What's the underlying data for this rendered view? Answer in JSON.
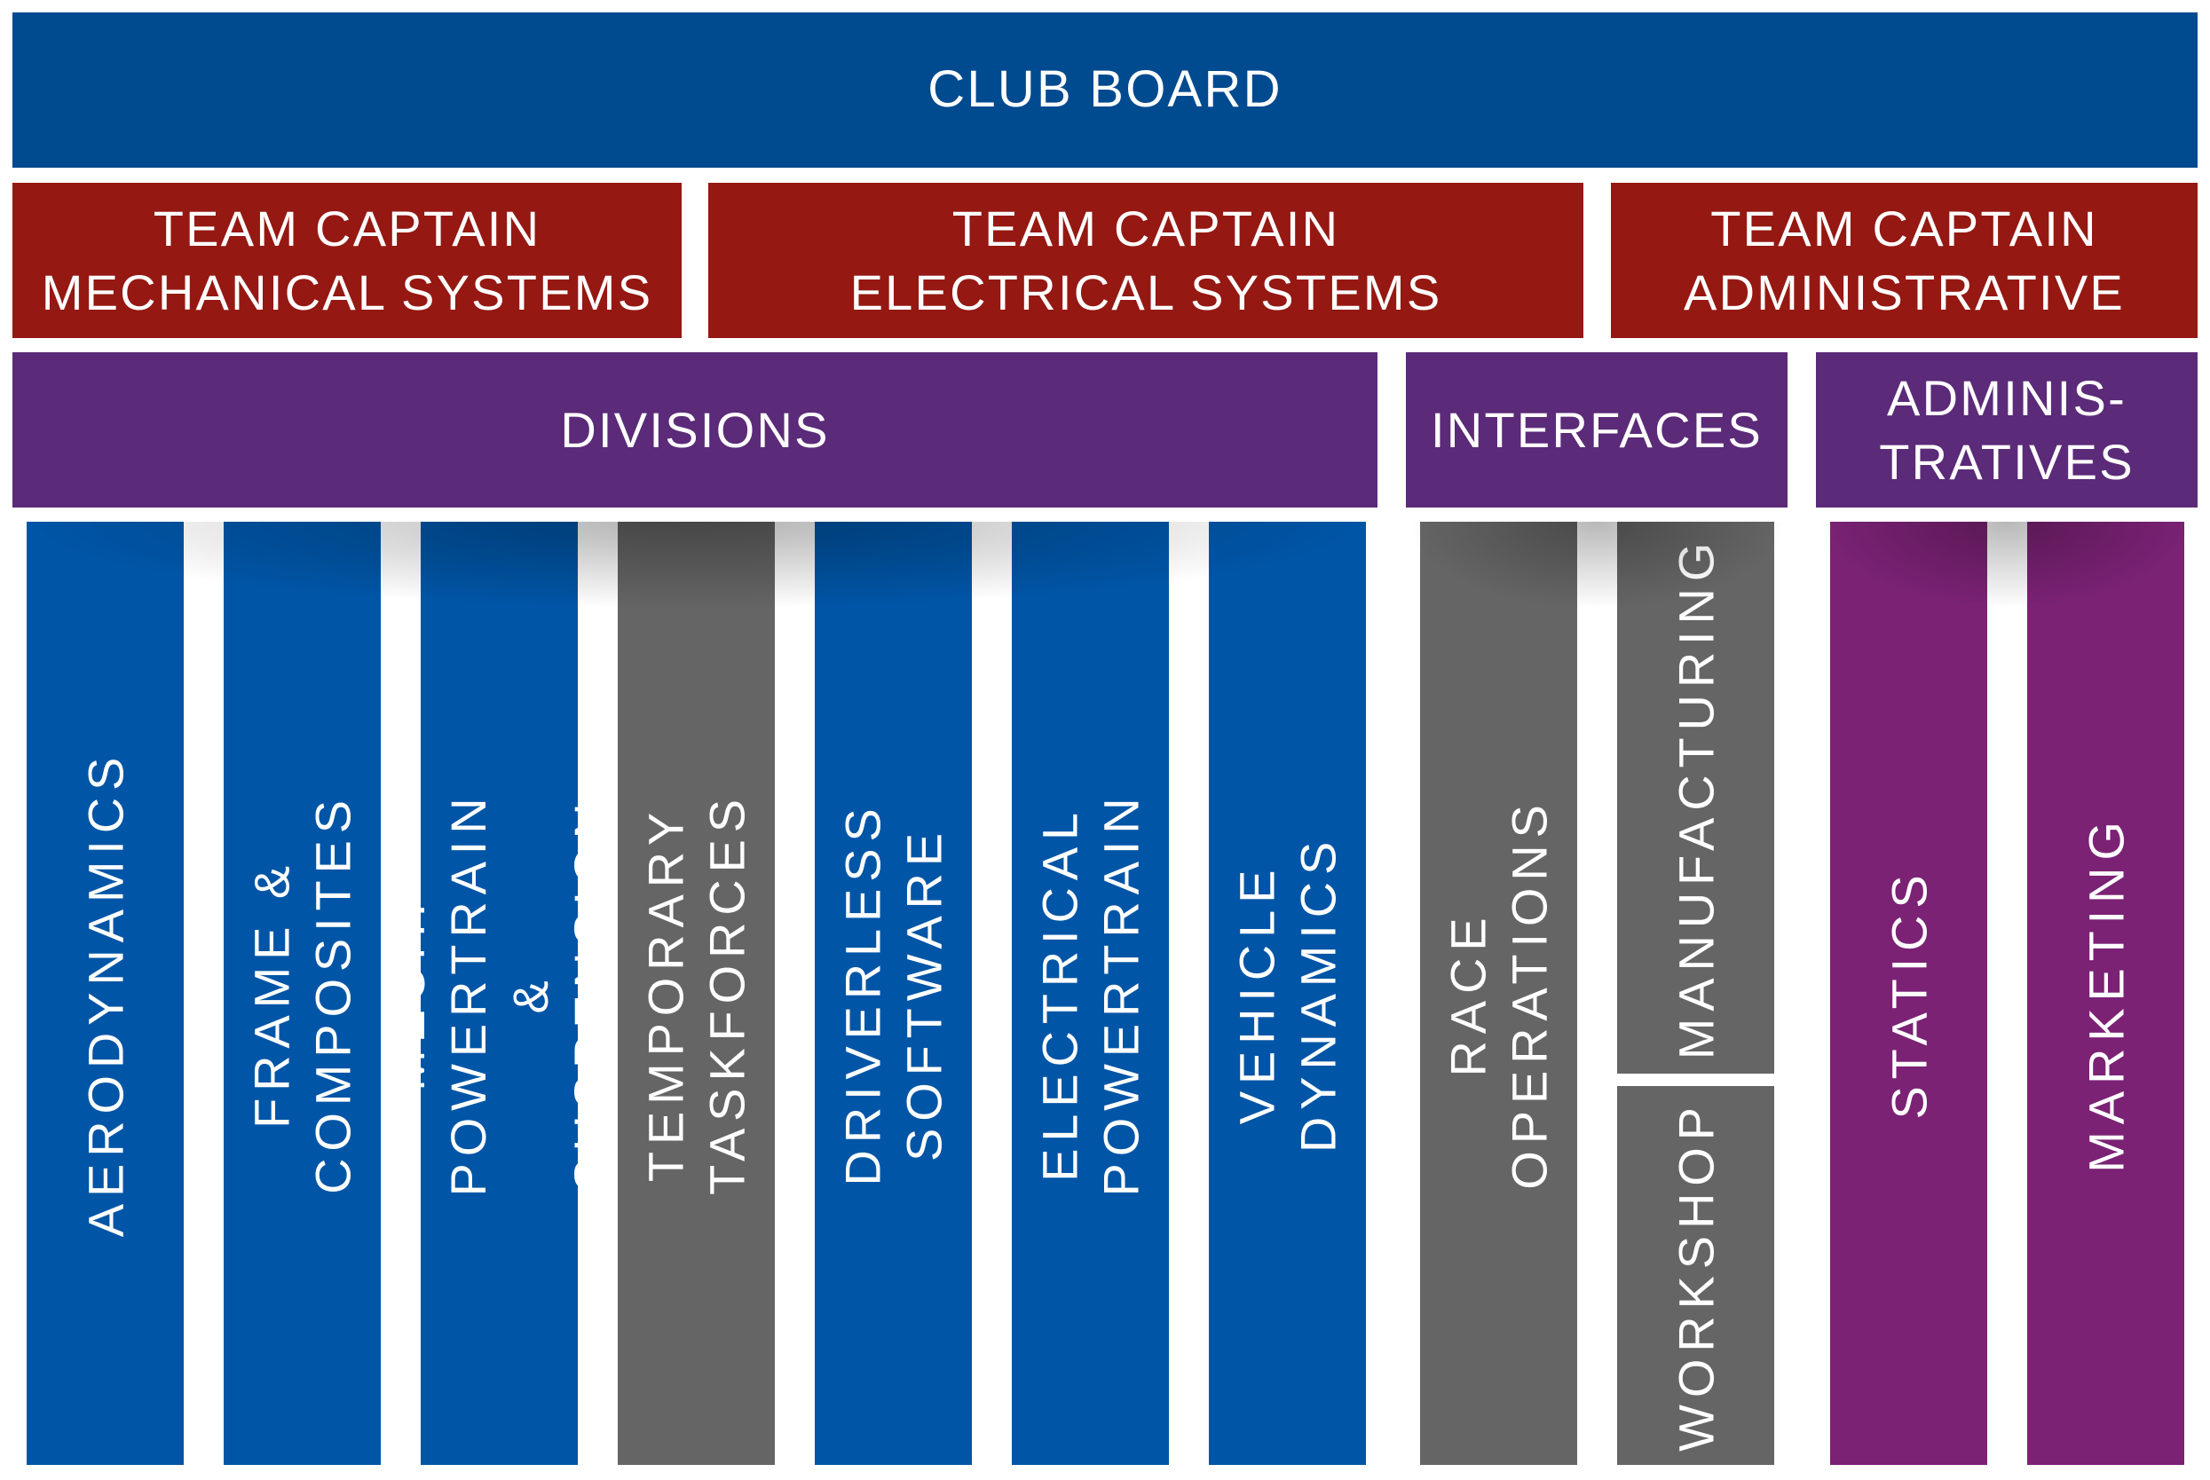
{
  "board": {
    "label": "CLUB BOARD"
  },
  "captains": [
    {
      "label": "TEAM CAPTAIN\nMECHANICAL SYSTEMS"
    },
    {
      "label": "TEAM CAPTAIN\nELECTRICAL SYSTEMS"
    },
    {
      "label": "TEAM CAPTAIN\nADMINISTRATIVE"
    }
  ],
  "groups": [
    {
      "label": "DIVISIONS"
    },
    {
      "label": "INTERFACES"
    },
    {
      "label": "ADMINIS-\nTRATIVES"
    }
  ],
  "units": [
    {
      "label": "AERODYNAMICS"
    },
    {
      "label": "FRAME & COMPOSITES"
    },
    {
      "label": "MECH. POWERTRAIN\n& SUSPENSION"
    },
    {
      "label": "TEMPORARY TASKFORCES"
    },
    {
      "label": "DRIVERLESS SOFTWARE"
    },
    {
      "label": "ELECTRICAL POWERTRAIN"
    },
    {
      "label": "VEHICLE DYNAMICS"
    },
    {
      "label": "RACE OPERATIONS"
    },
    {
      "label": "MANUFACTURING"
    },
    {
      "label": "WORKSHOP"
    },
    {
      "label": "STATICS"
    },
    {
      "label": "MARKETING"
    }
  ],
  "colors": {
    "board": "#004A8F",
    "captain": "#951812",
    "group": "#5B2A78",
    "division": "#0055A6",
    "grey": "#656565",
    "admin": "#7B2275"
  }
}
